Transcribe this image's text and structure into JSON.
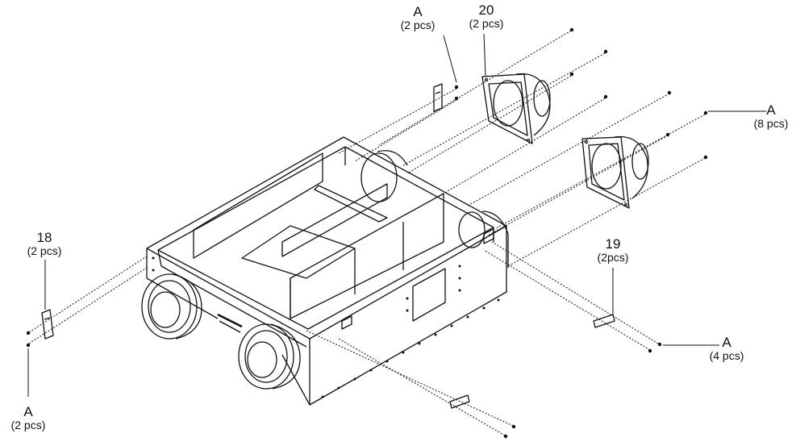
{
  "callouts": {
    "a_top": {
      "label": "A",
      "qty": "(2 pcs)"
    },
    "part_20": {
      "label": "20",
      "qty": "(2 pcs)"
    },
    "a_right": {
      "label": "A",
      "qty": "(8 pcs)"
    },
    "part_18": {
      "label": "18",
      "qty": "(2 pcs)"
    },
    "part_19": {
      "label": "19",
      "qty": "(2pcs)"
    },
    "a_lower": {
      "label": "A",
      "qty": "(4 pcs)"
    },
    "a_bottom": {
      "label": "A",
      "qty": "(2 pcs)"
    }
  },
  "colors": {
    "stroke": "#111111",
    "paper": "#ffffff"
  },
  "icons": {
    "screw": "screw-icon",
    "bracket": "bracket-icon",
    "flange": "duct-flange-icon"
  }
}
